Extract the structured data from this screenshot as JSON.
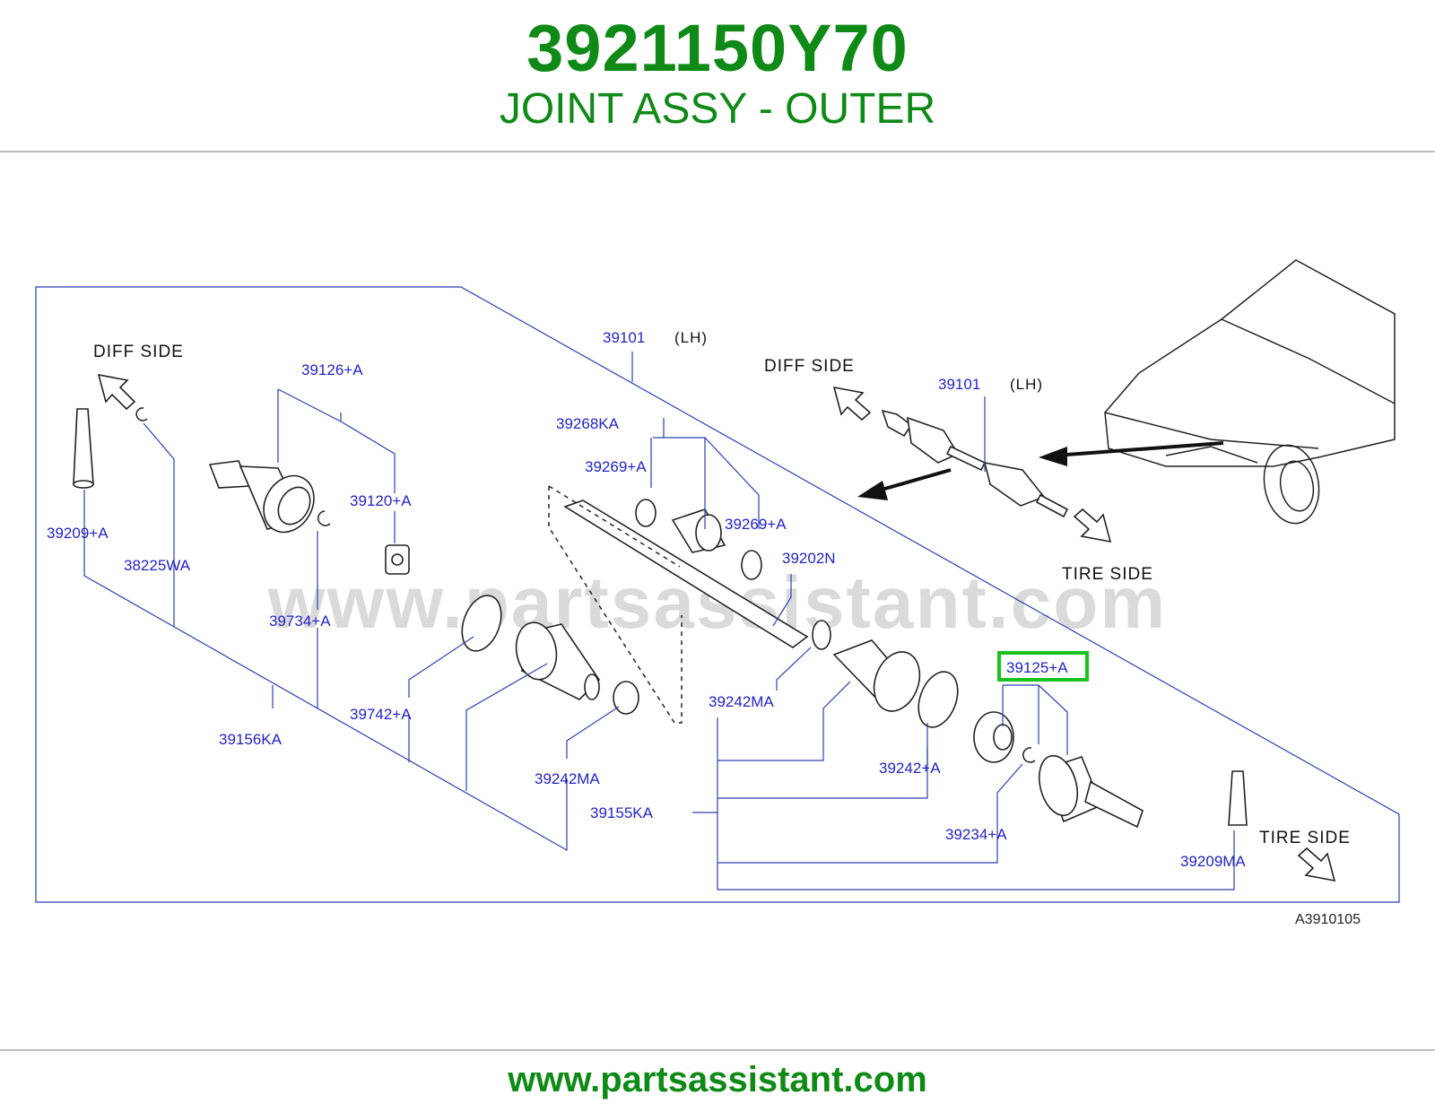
{
  "header": {
    "part_number": "3921150Y70",
    "description": "JOINT ASSY - OUTER"
  },
  "watermark": "www.partsassistant.com",
  "footer": {
    "url": "www.partsassistant.com"
  },
  "diagram": {
    "code": "A3910105",
    "side_labels": {
      "diff_side": "DIFF  SIDE",
      "tire_side": "TIRE  SIDE",
      "lh": "(LH)"
    },
    "parts": {
      "p39101": "39101",
      "p39101_inset": "39101",
      "p39126": "39126+A",
      "p39120": "39120+A",
      "p39209": "39209+A",
      "p38225": "38225WA",
      "p39734": "39734+A",
      "p39268": "39268KA",
      "p39269a": "39269+A",
      "p39269b": "39269+A",
      "p39202": "39202N",
      "p39742": "39742+A",
      "p39156": "39156KA",
      "p39242a": "39242MA",
      "p39242b": "39242MA",
      "p39125": "39125+A",
      "p39242c": "39242+A",
      "p39155": "39155KA",
      "p39234": "39234+A",
      "p39209m": "39209MA"
    },
    "highlight_color": "#18c21f",
    "label_color": "#2323c8"
  }
}
